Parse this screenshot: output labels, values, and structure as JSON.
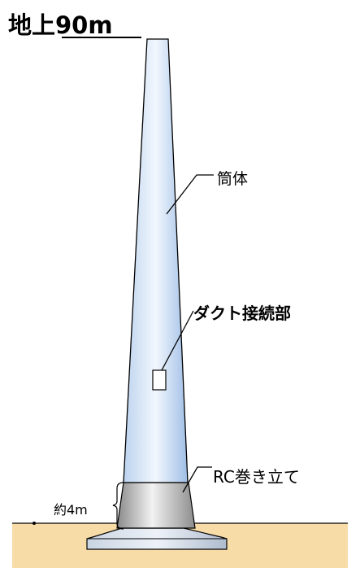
{
  "title": "地上90m",
  "labels": {
    "body": "筒体",
    "duct_connection": "ダクト接続部",
    "rc_wrap": "RC巻き立て",
    "base_height": "約4m"
  },
  "colors": {
    "shaft_light": "#eaf2fb",
    "shaft_mid": "#a9c6ea",
    "rc_dark": "#8c8c8c",
    "rc_light": "#eeeeee",
    "foundation": "#b9c6d6",
    "ground": "#f8dca8",
    "outline": "#000000"
  }
}
